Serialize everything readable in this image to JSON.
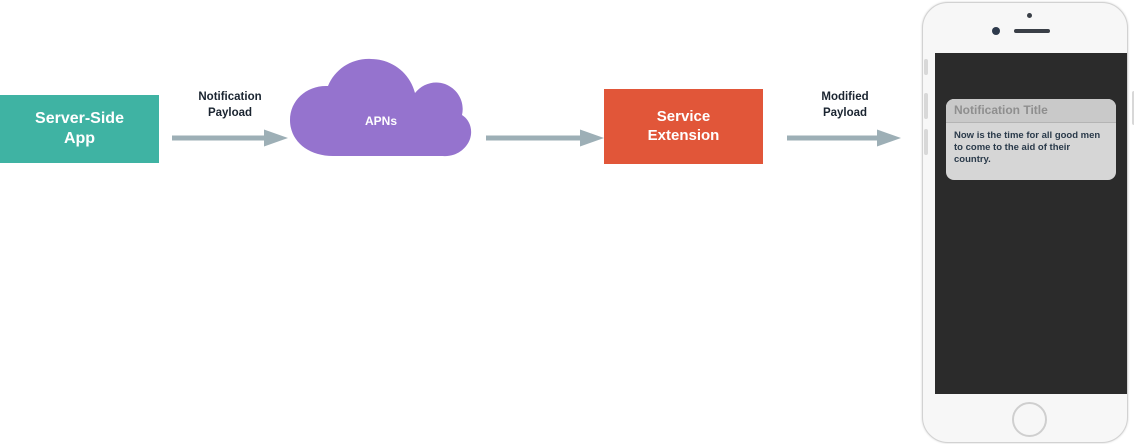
{
  "diagram": {
    "title": "APNs notification service extension flow",
    "colors": {
      "server_app_fill": "#3FB3A3",
      "apns_cloud_fill": "#9573CE",
      "service_extension_fill": "#E15639",
      "arrow": "#9DAFB6",
      "caption_text": "#1A2430",
      "phone_body": "#F7F7F7",
      "phone_screen": "#2B2B2B",
      "notification_header_bg": "#C9C9C9",
      "notification_body_bg": "#D6D6D6",
      "notification_title_text": "#8E8E8E",
      "notification_body_text": "#2A3A4A"
    },
    "nodes": {
      "server_app": {
        "label": "Server-Side\nApp"
      },
      "apns": {
        "label": "APNs"
      },
      "service_extension": {
        "label": "Service\nExtension"
      }
    },
    "arrows": [
      {
        "id": "server-to-apns",
        "caption": "Notification\nPayload"
      },
      {
        "id": "apns-to-extension",
        "caption": ""
      },
      {
        "id": "extension-to-device",
        "caption": "Modified\nPayload"
      }
    ]
  },
  "phone": {
    "notification": {
      "title": "Notification Title",
      "body": "Now is the time for all good men to come to the aid of their country."
    }
  }
}
